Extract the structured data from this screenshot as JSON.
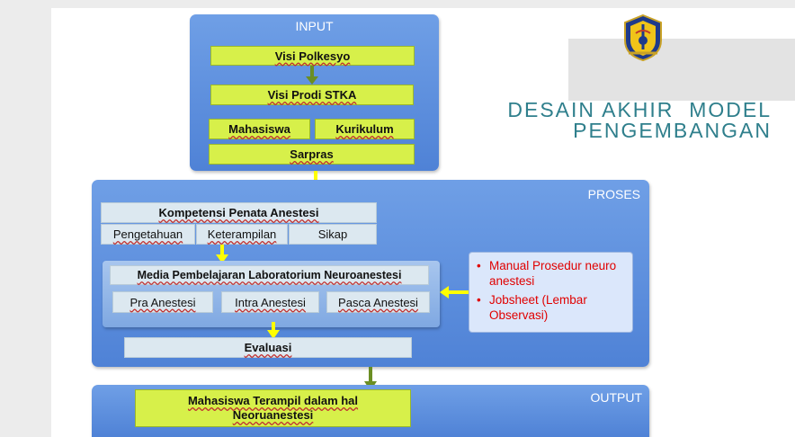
{
  "title": {
    "line1": "DESAIN AKHIR  MODEL",
    "line2": "PENGEMBANGAN"
  },
  "input": {
    "label": "INPUT",
    "visi_polkesyo": "Visi Polkesyo",
    "visi_prodi": "Visi Prodi STKA",
    "mahasiswa": "Mahasiswa",
    "kurikulum": "Kurikulum",
    "sarpras": "Sarpras"
  },
  "proses": {
    "label": "PROSES",
    "kompetensi": "Kompetensi Penata Anestesi",
    "pengetahuan": "Pengetahuan",
    "keterampilan": "Keterampilan",
    "sikap": "Sikap",
    "media": "Media Pembelajaran Laboratorium Neuroanestesi",
    "pra": "Pra Anestesi",
    "intra": "Intra Anestesi",
    "pasca": "Pasca Anestesi",
    "evaluasi": "Evaluasi",
    "notes": [
      "Manual Prosedur neuro anestesi",
      "Jobsheet (Lembar Observasi)"
    ]
  },
  "output": {
    "label": "OUTPUT",
    "result_line1": "Mahasiswa Terampil dalam hal",
    "result_line2": "Neoruanestesi"
  },
  "colors": {
    "panel": "#5b8ee0",
    "lime": "#d7f04a",
    "arrow_yellow": "#ffff00",
    "arrow_green": "#6b8e23",
    "title": "#2f7f8c",
    "note_text": "#e00000"
  }
}
